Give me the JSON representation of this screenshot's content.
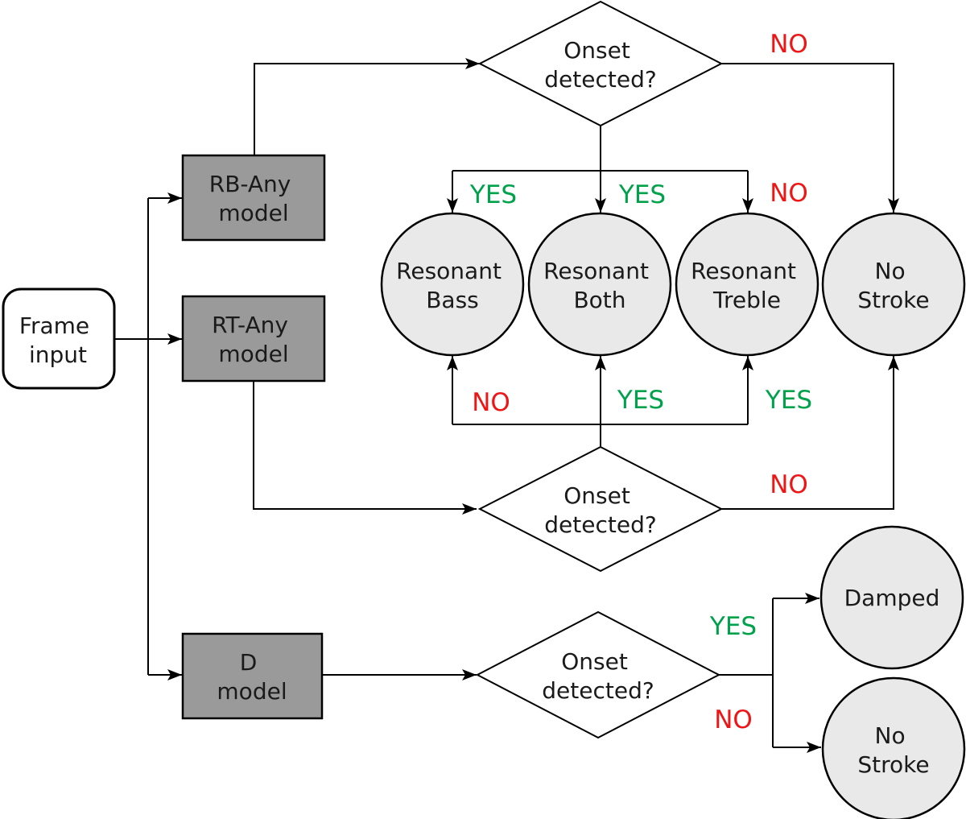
{
  "nodes": {
    "frame_input": {
      "line1": "Frame",
      "line2": "input"
    },
    "rb_model": {
      "line1": "RB-Any",
      "line2": "model"
    },
    "rt_model": {
      "line1": "RT-Any",
      "line2": "model"
    },
    "d_model": {
      "line1": "D",
      "line2": "model"
    },
    "decision1": {
      "line1": "Onset",
      "line2": "detected?"
    },
    "decision2": {
      "line1": "Onset",
      "line2": "detected?"
    },
    "decision3": {
      "line1": "Onset",
      "line2": "detected?"
    },
    "resonant_bass": {
      "line1": "Resonant",
      "line2": "Bass"
    },
    "resonant_both": {
      "line1": "Resonant",
      "line2": "Both"
    },
    "resonant_treble": {
      "line1": "Resonant",
      "line2": "Treble"
    },
    "no_stroke_top": {
      "line1": "No",
      "line2": "Stroke"
    },
    "damped": {
      "line1": "Damped"
    },
    "no_stroke_bottom": {
      "line1": "No",
      "line2": "Stroke"
    }
  },
  "edge_labels": {
    "d1_yes_bass": "YES",
    "d1_yes_both": "YES",
    "d1_no_treble": "NO",
    "d1_no_no_stroke": "NO",
    "d2_no_bass": "NO",
    "d2_yes_both": "YES",
    "d2_yes_treble": "YES",
    "d2_no_no_stroke": "NO",
    "d3_yes_damped": "YES",
    "d3_no_no_stroke": "NO"
  },
  "colors": {
    "yes": "#00a14b",
    "no": "#ee1515",
    "box_fill": "#9a9a9a",
    "circle_fill": "#e9e9e9",
    "outline": "#000000",
    "background": "#ffffff"
  }
}
